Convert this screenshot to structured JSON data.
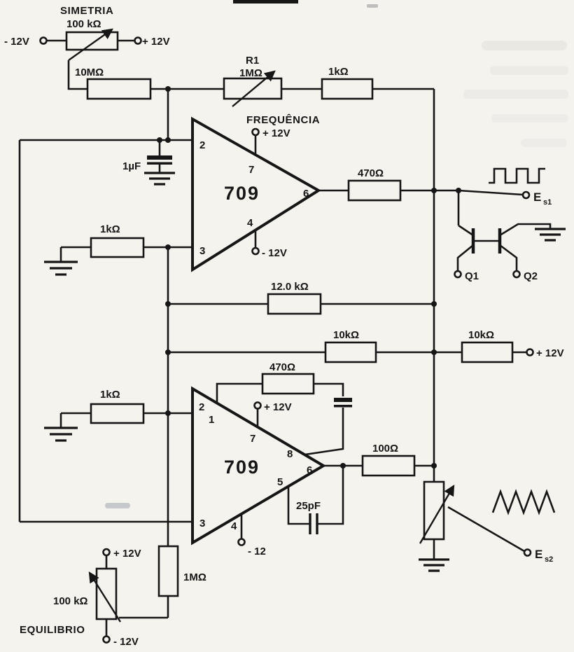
{
  "schematic": {
    "labels": {
      "simetria": "SIMETRIA",
      "simetria_value": "100 kΩ",
      "v_neg12_left": "- 12V",
      "v_pos12_left": "+ 12V",
      "r_10m": "10MΩ",
      "r1_ref": "R1",
      "r1_value": "1MΩ",
      "r_1k_top": "1kΩ",
      "frequencia": "FREQUÊNCIA",
      "c_1uf": "1µF",
      "r_1k_osc": "1kΩ",
      "r_470_osc": "470Ω",
      "r_12k": "12.0 kΩ",
      "q1": "Q1",
      "q2": "Q2",
      "r_10k_a": "10kΩ",
      "r_10k_b": "10kΩ",
      "v_pos12_right": "+ 12V",
      "r_1k_amp": "1kΩ",
      "r_470_comp": "470Ω",
      "c_25pf": "25pF",
      "r_100": "100Ω",
      "r_1m_vert": "1MΩ",
      "equilibrio": "EQUILIBRIO",
      "equilibrio_value": "100 kΩ",
      "equi_pos": "+ 12V",
      "equi_neg": "- 12V"
    },
    "opamp1": {
      "chip": "709",
      "pin2": "2",
      "pin3": "3",
      "pin4": "4",
      "pin6": "6",
      "pin7": "7",
      "vplus": "+ 12V",
      "vminus": "- 12V"
    },
    "opamp2": {
      "chip": "709",
      "pin1": "1",
      "pin2": "2",
      "pin3": "3",
      "pin4": "4",
      "pin5": "5",
      "pin6": "6",
      "pin7": "7",
      "pin8": "8",
      "vplus": "+ 12V",
      "vminus": "- 12"
    },
    "outputs": {
      "es1_base": "E",
      "es1_sub": "s1",
      "es2_base": "E",
      "es2_sub": "s2"
    }
  }
}
